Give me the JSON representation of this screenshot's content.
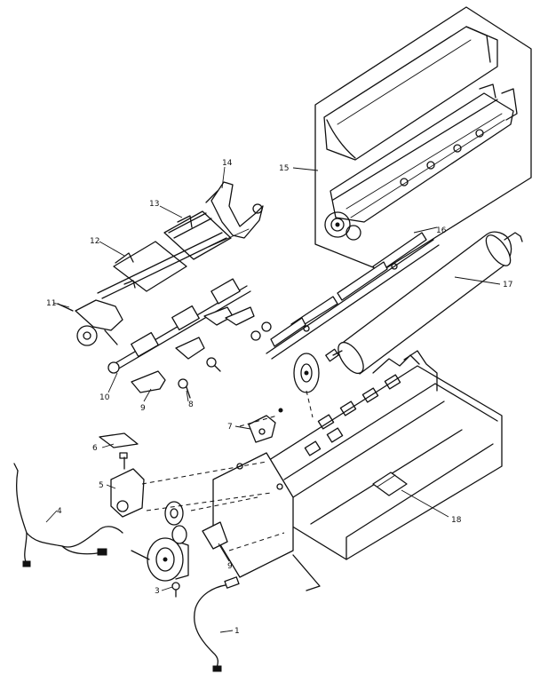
{
  "callouts": {
    "c1": "1",
    "c3": "3",
    "c4": "4",
    "c5": "5",
    "c6": "6",
    "c7": "7",
    "c8": "8",
    "c9a": "9",
    "c9b": "9",
    "c10": "10",
    "c11": "11",
    "c12": "12",
    "c13": "13",
    "c14": "14",
    "c15": "15",
    "c16": "16",
    "c17": "17",
    "c18": "18"
  }
}
